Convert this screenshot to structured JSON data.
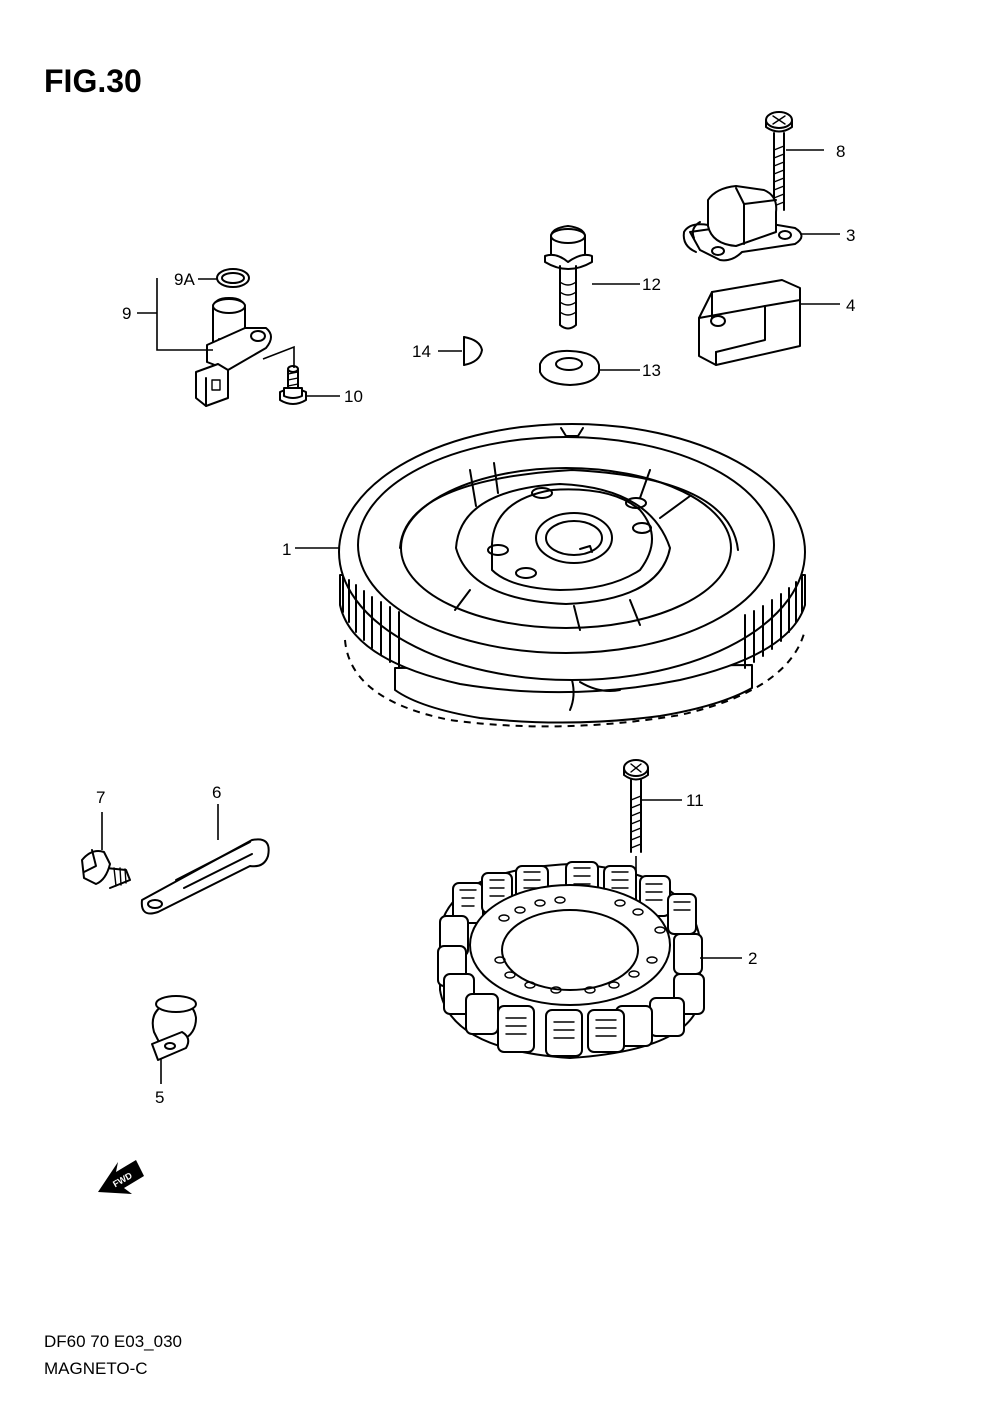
{
  "figure": {
    "title": "FIG.30",
    "code": "DF60 70 E03_030",
    "name": "MAGNETO-C"
  },
  "direction_marker": "FWD",
  "callouts": {
    "c1": "1",
    "c2": "2",
    "c3": "3",
    "c4": "4",
    "c5": "5",
    "c6": "6",
    "c7": "7",
    "c8": "8",
    "c9": "9",
    "c9a": "9A",
    "c10": "10",
    "c11": "11",
    "c12": "12",
    "c13": "13",
    "c14": "14"
  }
}
